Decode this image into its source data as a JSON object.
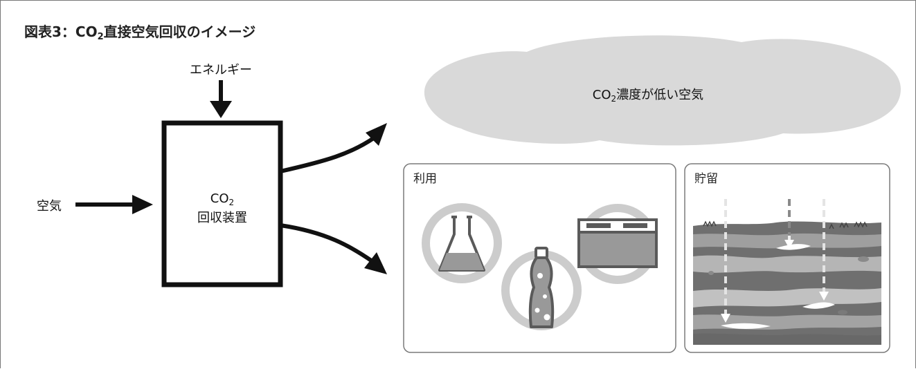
{
  "title": {
    "prefix": "図表3：CO",
    "sub": "2",
    "suffix": "直接空気回収のイメージ"
  },
  "energy_label": "エネルギー",
  "air_label": "空気",
  "device": {
    "line1_base": "CO",
    "line1_sub": "2",
    "line2": "回収装置"
  },
  "cloud_label": {
    "base": "CO",
    "sub": "2",
    "rest": "濃度が低い空気"
  },
  "utilization": {
    "title": "利用",
    "icons": [
      "flask-icon",
      "bottle-icon",
      "container-icon"
    ]
  },
  "storage": {
    "title": "貯留",
    "icons": [
      "ground-layers-icon"
    ]
  },
  "colors": {
    "border": "#7a7a7a",
    "dark": "#222222",
    "cloud": "#d9d9d9",
    "icon_bg": "#cccccc",
    "icon_stroke": "#5a5a5a"
  }
}
